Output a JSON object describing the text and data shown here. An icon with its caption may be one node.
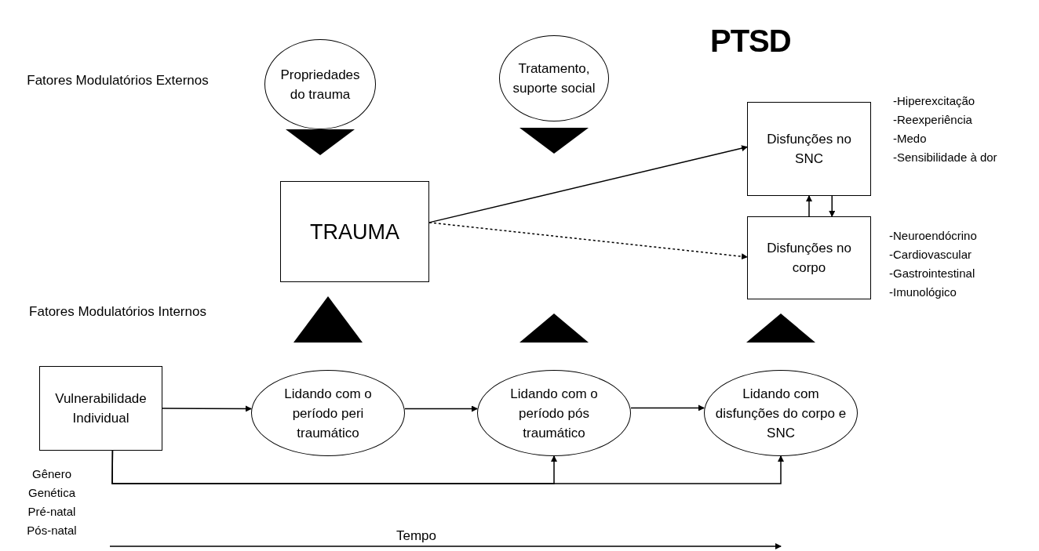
{
  "diagram": {
    "title": "PTSD",
    "nodes": [
      {
        "text": [
          "Propriedades do trauma"
        ]
      },
      {
        "text": [
          "Tratamento, suporte social"
        ]
      },
      {
        "text": [
          "TRAUMA"
        ]
      },
      {
        "text": [
          "Disfunções no SNC"
        ],
        "beside": [
          "-Hiperexcitação",
          "-Reexperiência",
          "-Medo",
          "-Sensibilidade à dor"
        ]
      },
      {
        "text": [
          "Disfunções no corpo"
        ],
        "beside": [
          "-Neuroendócrino",
          "-Cardiovascular",
          "-Gastrointestinal",
          "-Imunológico"
        ]
      },
      {
        "text": [
          "Vulnerabilidade Individual"
        ],
        "beside": [
          "Gênero",
          "Genética",
          "Pré-natal",
          "Pós-natal"
        ]
      },
      {
        "text": [
          "Lidando com o período peri traumático"
        ]
      },
      {
        "text": [
          "Lidando com o período pós traumático"
        ]
      },
      {
        "text": [
          "Lidando com disfunções do corpo e SNC"
        ]
      }
    ],
    "edges": [
      {
        "from": 0,
        "to": 2,
        "arrow": "to",
        "style": "thick"
      },
      {
        "from": 1,
        "to": null,
        "arrow": "to",
        "style": "thick"
      },
      {
        "from": 6,
        "to": 2,
        "arrow": "to",
        "style": "thick"
      },
      {
        "from": 7,
        "to": null,
        "arrow": "to",
        "style": "thick"
      },
      {
        "from": 8,
        "to": 4,
        "arrow": "to",
        "style": "thick"
      },
      {
        "from": 2,
        "to": 3,
        "arrow": "to"
      },
      {
        "from": 2,
        "to": 4,
        "arrow": "to",
        "style": "dashed"
      },
      {
        "from": 4,
        "to": 3,
        "arrow": "to"
      },
      {
        "from": 3,
        "to": 4,
        "arrow": "to"
      },
      {
        "from": 5,
        "to": 6,
        "arrow": "to"
      },
      {
        "from": 6,
        "to": 7,
        "arrow": "to"
      },
      {
        "from": 7,
        "to": 8,
        "arrow": "to"
      },
      {
        "from": 5,
        "to": 7,
        "arrow": "to"
      },
      {
        "from": 5,
        "to": 8,
        "arrow": "to"
      }
    ],
    "labels": [
      "Fatores Modulatórios Externos",
      "Fatores Modulatórios Internos",
      "Tempo"
    ]
  }
}
